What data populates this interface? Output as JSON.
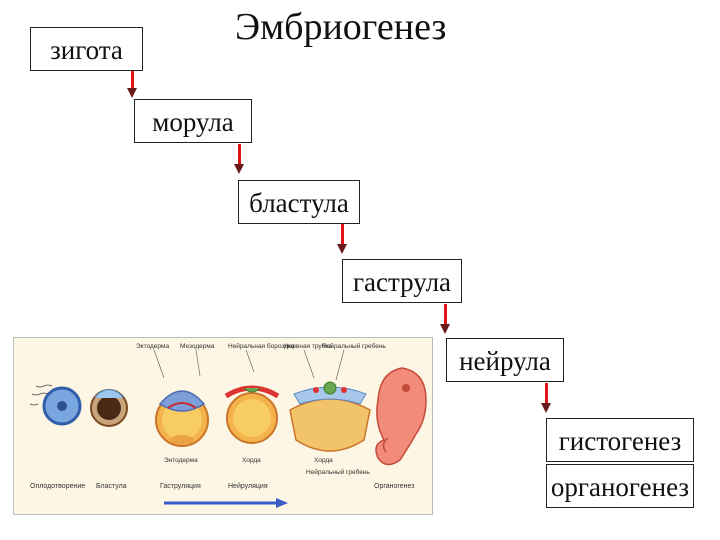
{
  "title": "Эмбриогенез",
  "stages": {
    "zygote": "зигота",
    "morula": "морула",
    "blastula": "бластула",
    "gastrula": "гаструла",
    "neurula": "нейрула",
    "histogenesis": "гистогенез",
    "organogenesis": "органогенез"
  },
  "colors": {
    "arrow_shaft": "#e01414",
    "arrow_head": "#6a1a1a",
    "illustration_bg": "#fdf6e4",
    "progress_arrow": "#3a5bc8"
  },
  "illustration": {
    "top_labels": [
      "Эктодерма",
      "Мезодерма",
      "Нейральная бороздка",
      "Нервная трубка",
      "Нейральный гребень"
    ],
    "mid_labels": [
      "Энтодерма",
      "Хорда",
      "Хорда",
      "Нейральный гребень"
    ],
    "bottom_labels": [
      "Оплодотворение",
      "Бластула",
      "Гаструляция",
      "Нейруляция",
      "Органогенез"
    ]
  }
}
